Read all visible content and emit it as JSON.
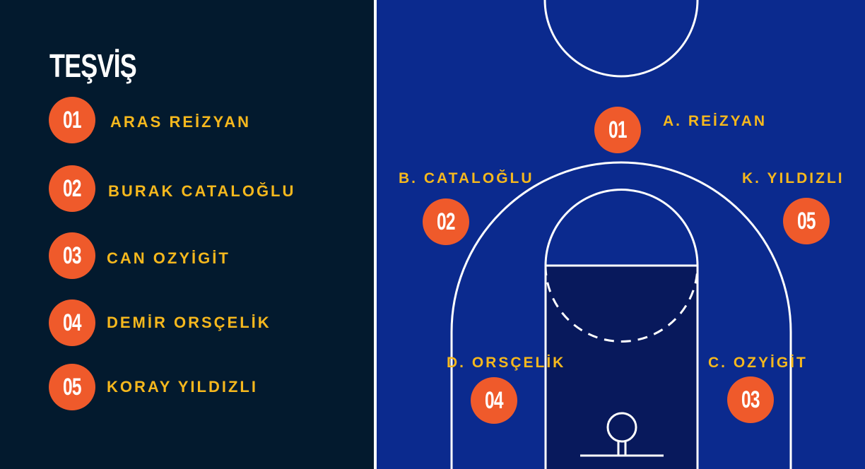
{
  "title": "TEŞVİŞ",
  "roster": [
    {
      "number": "01",
      "name": "ARAS REİZYAN"
    },
    {
      "number": "02",
      "name": "BURAK CATALOĞLU"
    },
    {
      "number": "03",
      "name": "CAN OZYİGİT"
    },
    {
      "number": "04",
      "name": "DEMİR ORSÇELİK"
    },
    {
      "number": "05",
      "name": "KORAY YILDIZLI"
    }
  ],
  "court": {
    "players": [
      {
        "number": "01",
        "name": "A. REİZYAN"
      },
      {
        "number": "02",
        "name": "B. CATALOĞLU"
      },
      {
        "number": "05",
        "name": "K. YILDIZLI"
      },
      {
        "number": "04",
        "name": "D. ORSÇELİK"
      },
      {
        "number": "03",
        "name": "C. OZYİGİT"
      }
    ]
  },
  "colors": {
    "left_panel": "#031a2e",
    "court_floor": "#0b2a8e",
    "paint": "#08195c",
    "badge": "#ef5a2b",
    "name_text": "#f6b81d",
    "lines": "#ffffff"
  }
}
